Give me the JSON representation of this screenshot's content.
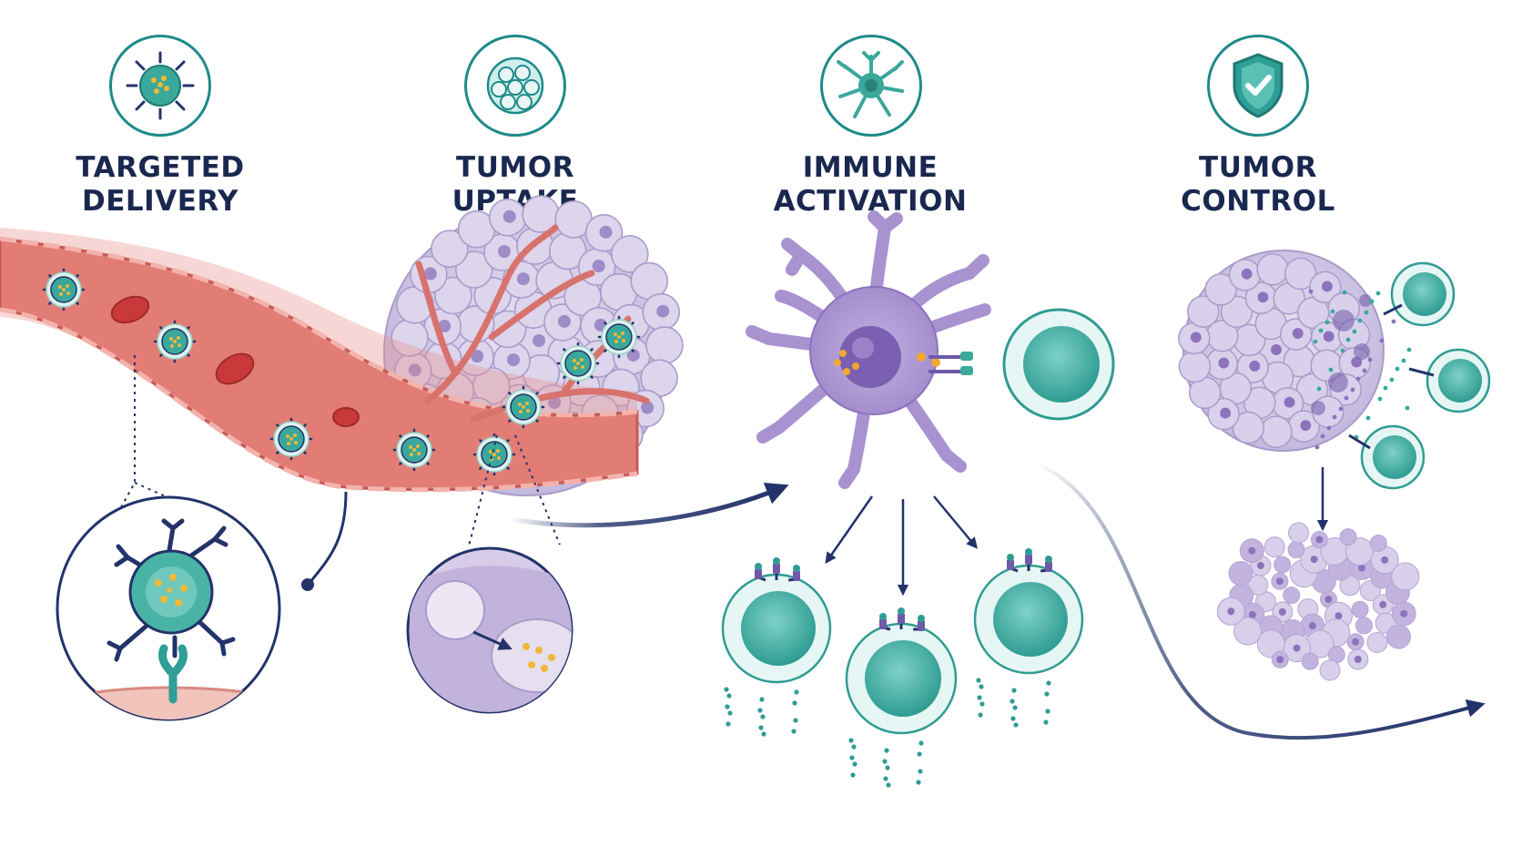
{
  "steps": [
    {
      "id": "targeted-delivery",
      "title_line1": "TARGETED",
      "title_line2": "DELIVERY",
      "icon": "nanoparticle-icon"
    },
    {
      "id": "tumor-uptake",
      "title_line1": "TUMOR",
      "title_line2": "UPTAKE",
      "icon": "tumor-cluster-icon"
    },
    {
      "id": "immune-activation",
      "title_line1": "IMMUNE",
      "title_line2": "ACTIVATION",
      "icon": "dendritic-cell-icon"
    },
    {
      "id": "tumor-control",
      "title_line1": "TUMOR",
      "title_line2": "CONTROL",
      "icon": "shield-check-icon"
    }
  ],
  "colors": {
    "title": "#1a2850",
    "icon_ring": "#1f8a8a",
    "vessel": "#d9706b",
    "rbc": "#c9383a",
    "nanoparticle": "#3aa89a",
    "payload": "#f0a830",
    "tumor": "#c9c1e0",
    "dendritic_cell": "#a892d0",
    "t_cell": "#37a9a0",
    "arrow": "#23336a"
  }
}
